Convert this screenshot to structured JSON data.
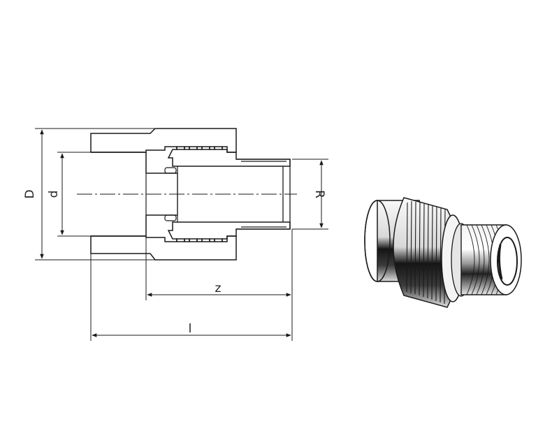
{
  "labels": {
    "outer_diameter": "D",
    "inner_diameter": "d",
    "thread": "R",
    "fitting_length": "z",
    "overall_length": "l"
  },
  "colors": {
    "line": "#1a1a1a",
    "background": "#ffffff",
    "hatch": "#333333",
    "thread_fill": "#dcdcdc"
  }
}
